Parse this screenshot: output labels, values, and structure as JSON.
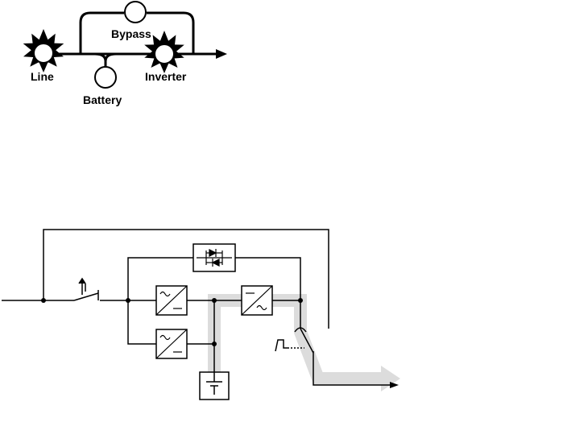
{
  "mimic": {
    "labels": {
      "bypass": "Bypass",
      "line": "Line",
      "battery": "Battery",
      "inverter": "Inverter"
    },
    "indicators": {
      "line": "lit",
      "bypass": "off",
      "battery": "off",
      "inverter": "lit"
    }
  },
  "colors": {
    "line": "#000000",
    "indicator_off": "#ffffff",
    "indicator_lit": "#ffffff",
    "power_flow": "#dcdcdc"
  },
  "icons": {
    "static_switch": "thyristor-icon",
    "rectifier": "ac-dc-icon",
    "inverter": "dc-ac-icon",
    "charger": "ac-dc-icon",
    "battery": "battery-icon",
    "input_breaker": "breaker-icon",
    "output_switch": "transfer-switch-icon"
  }
}
